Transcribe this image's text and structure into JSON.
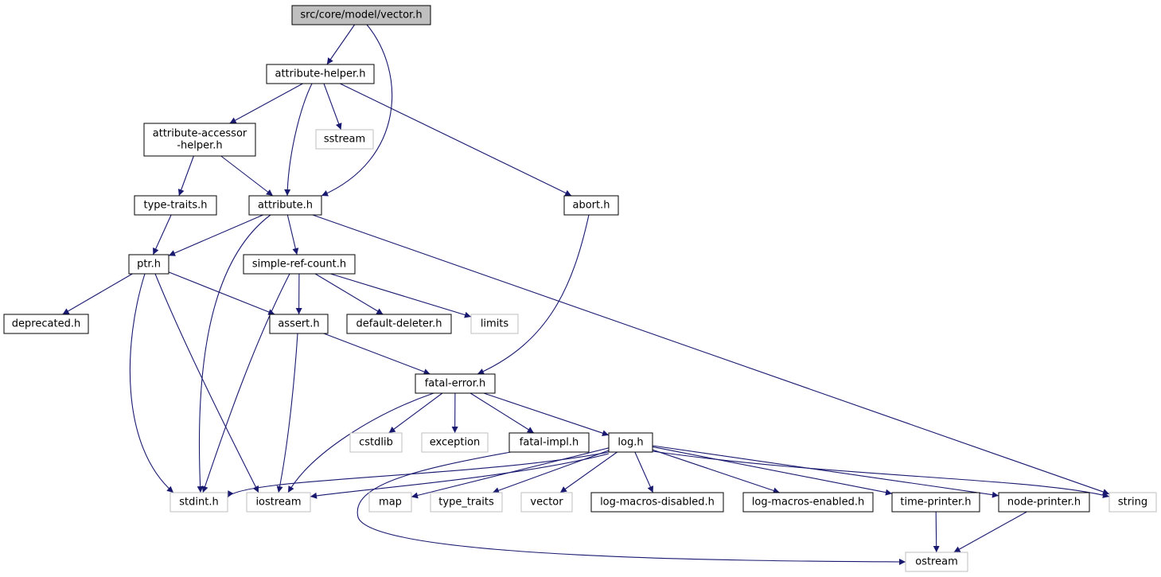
{
  "colors": {
    "edge": "#191970",
    "root_fill": "#bfbfbf",
    "node_fill": "#ffffff",
    "project_border": "#000000",
    "system_border": "#bfbfbf",
    "text": "#000000"
  },
  "nodes": [
    {
      "id": "vector",
      "label": "src/core/model/vector.h",
      "kind": "root"
    },
    {
      "id": "attribute_helper",
      "label": "attribute-helper.h",
      "kind": "project"
    },
    {
      "id": "accessor_helper",
      "label": [
        "attribute-accessor",
        "-helper.h"
      ],
      "kind": "project"
    },
    {
      "id": "sstream",
      "label": "sstream",
      "kind": "system"
    },
    {
      "id": "type_traits_h",
      "label": "type-traits.h",
      "kind": "project"
    },
    {
      "id": "attribute",
      "label": "attribute.h",
      "kind": "project"
    },
    {
      "id": "abort",
      "label": "abort.h",
      "kind": "project"
    },
    {
      "id": "ptr",
      "label": "ptr.h",
      "kind": "project"
    },
    {
      "id": "simple_ref_count",
      "label": "simple-ref-count.h",
      "kind": "project"
    },
    {
      "id": "deprecated",
      "label": "deprecated.h",
      "kind": "project"
    },
    {
      "id": "assert",
      "label": "assert.h",
      "kind": "project"
    },
    {
      "id": "default_deleter",
      "label": "default-deleter.h",
      "kind": "project"
    },
    {
      "id": "limits",
      "label": "limits",
      "kind": "system"
    },
    {
      "id": "fatal_error",
      "label": "fatal-error.h",
      "kind": "project"
    },
    {
      "id": "cstdlib",
      "label": "cstdlib",
      "kind": "system"
    },
    {
      "id": "exception",
      "label": "exception",
      "kind": "system"
    },
    {
      "id": "fatal_impl",
      "label": "fatal-impl.h",
      "kind": "project"
    },
    {
      "id": "log",
      "label": "log.h",
      "kind": "project"
    },
    {
      "id": "stdint",
      "label": "stdint.h",
      "kind": "system"
    },
    {
      "id": "iostream",
      "label": "iostream",
      "kind": "system"
    },
    {
      "id": "map",
      "label": "map",
      "kind": "system"
    },
    {
      "id": "type_traits",
      "label": "type_traits",
      "kind": "system"
    },
    {
      "id": "vector_sys",
      "label": "vector",
      "kind": "system"
    },
    {
      "id": "log_disabled",
      "label": "log-macros-disabled.h",
      "kind": "project"
    },
    {
      "id": "log_enabled",
      "label": "log-macros-enabled.h",
      "kind": "project"
    },
    {
      "id": "time_printer",
      "label": "time-printer.h",
      "kind": "project"
    },
    {
      "id": "node_printer",
      "label": "node-printer.h",
      "kind": "project"
    },
    {
      "id": "string",
      "label": "string",
      "kind": "system"
    },
    {
      "id": "ostream",
      "label": "ostream",
      "kind": "system"
    }
  ],
  "edges": [
    {
      "from": "vector",
      "to": "attribute_helper"
    },
    {
      "from": "vector",
      "to": "attribute"
    },
    {
      "from": "attribute_helper",
      "to": "accessor_helper"
    },
    {
      "from": "attribute_helper",
      "to": "attribute"
    },
    {
      "from": "attribute_helper",
      "to": "sstream"
    },
    {
      "from": "attribute_helper",
      "to": "abort"
    },
    {
      "from": "accessor_helper",
      "to": "type_traits_h"
    },
    {
      "from": "accessor_helper",
      "to": "attribute"
    },
    {
      "from": "type_traits_h",
      "to": "ptr"
    },
    {
      "from": "attribute",
      "to": "ptr"
    },
    {
      "from": "attribute",
      "to": "simple_ref_count"
    },
    {
      "from": "attribute",
      "to": "stdint"
    },
    {
      "from": "attribute",
      "to": "string"
    },
    {
      "from": "abort",
      "to": "fatal_error"
    },
    {
      "from": "ptr",
      "to": "deprecated"
    },
    {
      "from": "ptr",
      "to": "assert"
    },
    {
      "from": "ptr",
      "to": "stdint"
    },
    {
      "from": "ptr",
      "to": "iostream"
    },
    {
      "from": "simple_ref_count",
      "to": "assert"
    },
    {
      "from": "simple_ref_count",
      "to": "default_deleter"
    },
    {
      "from": "simple_ref_count",
      "to": "limits"
    },
    {
      "from": "simple_ref_count",
      "to": "stdint"
    },
    {
      "from": "assert",
      "to": "fatal_error"
    },
    {
      "from": "assert",
      "to": "iostream"
    },
    {
      "from": "fatal_error",
      "to": "cstdlib"
    },
    {
      "from": "fatal_error",
      "to": "exception"
    },
    {
      "from": "fatal_error",
      "to": "fatal_impl"
    },
    {
      "from": "fatal_error",
      "to": "log"
    },
    {
      "from": "fatal_error",
      "to": "iostream"
    },
    {
      "from": "fatal_impl",
      "to": "ostream"
    },
    {
      "from": "log",
      "to": "stdint"
    },
    {
      "from": "log",
      "to": "iostream"
    },
    {
      "from": "log",
      "to": "map"
    },
    {
      "from": "log",
      "to": "type_traits"
    },
    {
      "from": "log",
      "to": "vector_sys"
    },
    {
      "from": "log",
      "to": "log_disabled"
    },
    {
      "from": "log",
      "to": "log_enabled"
    },
    {
      "from": "log",
      "to": "time_printer"
    },
    {
      "from": "log",
      "to": "node_printer"
    },
    {
      "from": "log",
      "to": "string"
    },
    {
      "from": "time_printer",
      "to": "ostream"
    },
    {
      "from": "node_printer",
      "to": "ostream"
    }
  ]
}
